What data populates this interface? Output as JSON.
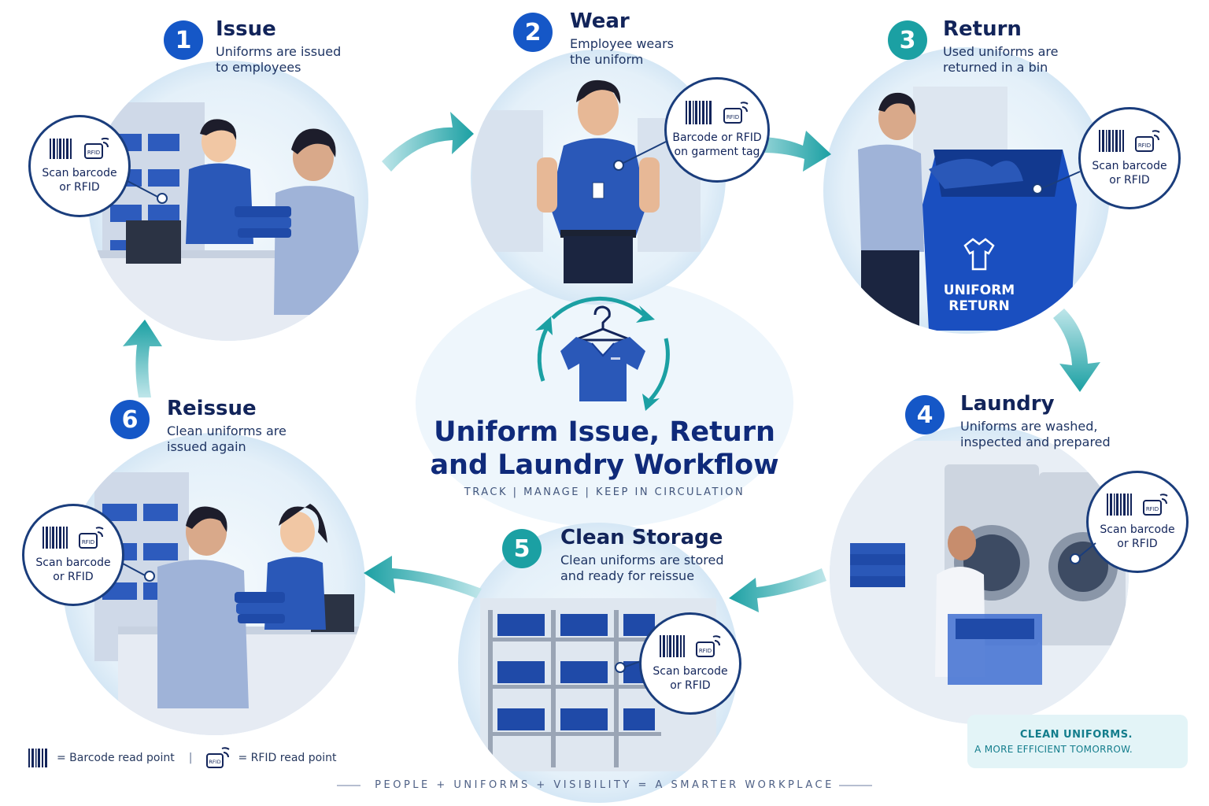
{
  "colors": {
    "primary_blue": "#1557c7",
    "teal": "#1ba0a3",
    "navy": "#12245a",
    "circle_bg": "#e4f1fa",
    "uniform_blue": "#2a58b8"
  },
  "center": {
    "title_line1": "Uniform Issue, Return",
    "title_line2": "and Laundry Workflow",
    "tagline": "TRACK  |  MANAGE  |  KEEP IN CIRCULATION",
    "icon": "hanger-shirt-cycle-icon"
  },
  "steps": [
    {
      "number": "1",
      "title": "Issue",
      "desc_line1": "Uniforms are issued",
      "desc_line2": "to employees",
      "scan_line1": "Scan barcode",
      "scan_line2": "or RFID"
    },
    {
      "number": "2",
      "title": "Wear",
      "desc_line1": "Employee wears",
      "desc_line2": "the uniform",
      "scan_line1": "Barcode or RFID",
      "scan_line2": "on garment tag"
    },
    {
      "number": "3",
      "title": "Return",
      "desc_line1": "Used uniforms are",
      "desc_line2": "returned in a bin",
      "scan_line1": "Scan barcode",
      "scan_line2": "or RFID",
      "bin_label_line1": "UNIFORM",
      "bin_label_line2": "RETURN"
    },
    {
      "number": "4",
      "title": "Laundry",
      "desc_line1": "Uniforms are washed,",
      "desc_line2": "inspected and prepared",
      "scan_line1": "Scan barcode",
      "scan_line2": "or RFID"
    },
    {
      "number": "5",
      "title": "Clean Storage",
      "desc_line1": "Clean uniforms are stored",
      "desc_line2": "and ready for reissue",
      "scan_line1": "Scan barcode",
      "scan_line2": "or RFID"
    },
    {
      "number": "6",
      "title": "Reissue",
      "desc_line1": "Clean uniforms are",
      "desc_line2": "issued again",
      "scan_line1": "Scan barcode",
      "scan_line2": "or RFID"
    }
  ],
  "rfid_tag_text": "RFID",
  "legend": {
    "barcode_label": "= Barcode read point",
    "separator": "|",
    "rfid_label": "= RFID read point"
  },
  "promo": {
    "line1": "CLEAN UNIFORMS.",
    "line2": "A MORE EFFICIENT TOMORROW.",
    "icon": "leaf-icon"
  },
  "footer": "PEOPLE  +  UNIFORMS  +  VISIBILITY  =  A SMARTER WORKPLACE"
}
